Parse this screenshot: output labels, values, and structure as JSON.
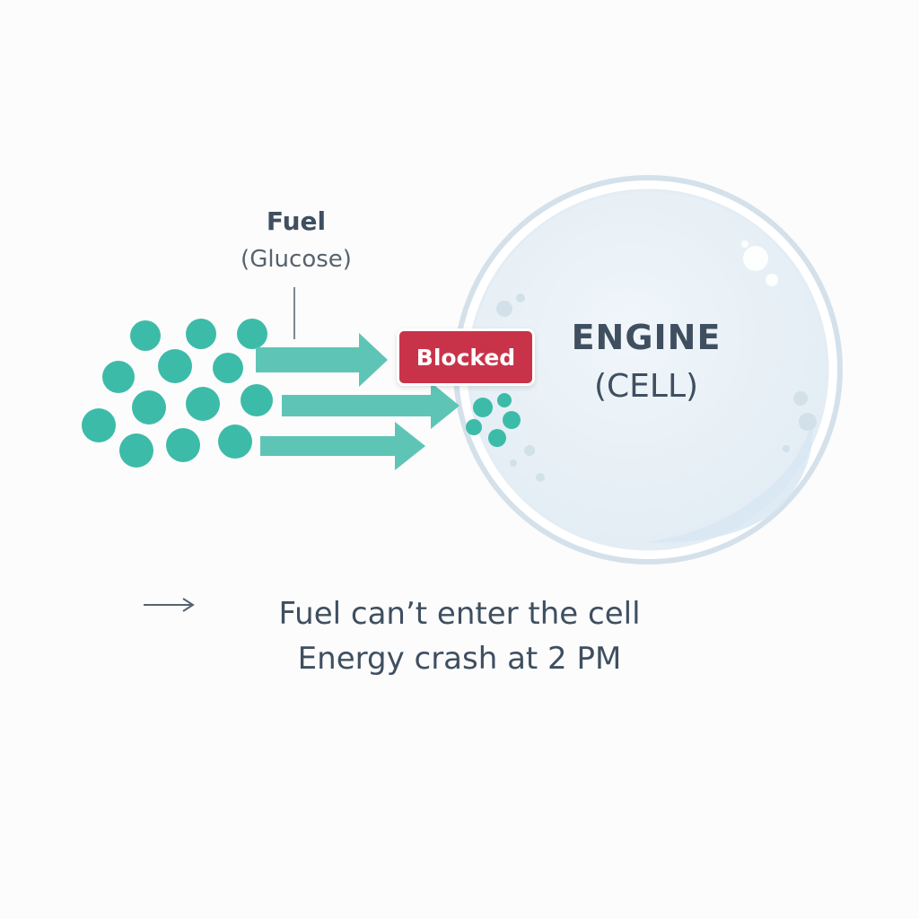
{
  "labels": {
    "fuel": "Fuel",
    "fuel_sub": "(Glucose)",
    "blocked": "Blocked",
    "engine": "ENGINE",
    "engine_sub": "(CELL)",
    "caption_line1": "Fuel can’t enter the cell",
    "caption_line2": "Energy crash at 2 PM"
  },
  "colors": {
    "fuel": "#3dbba9",
    "arrow": "#5ec5b6",
    "blocked": "#c9334a",
    "cell_fill": "#e6eff6",
    "cell_border": "#d7e3ec",
    "text": "#3f4f60"
  },
  "icons": {
    "caption_arrow": "right-arrow-icon"
  }
}
